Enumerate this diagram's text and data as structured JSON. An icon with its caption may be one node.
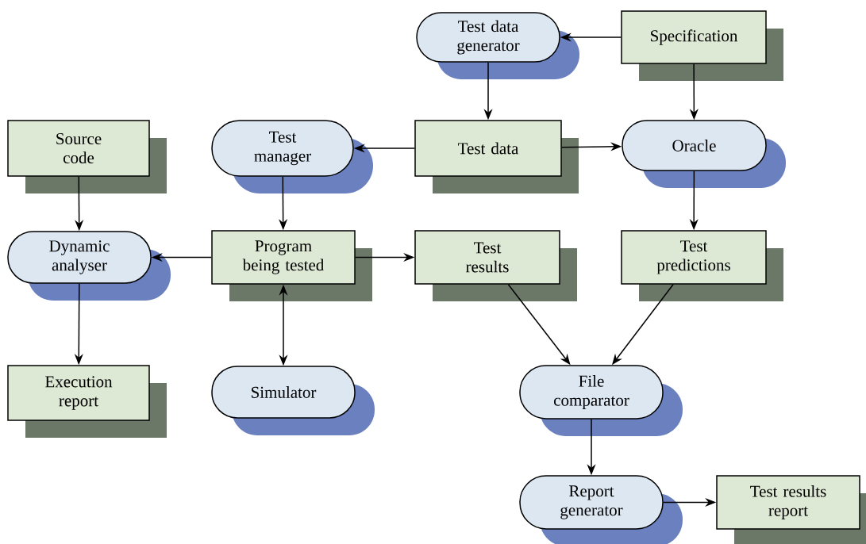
{
  "diagram": {
    "nodes": [
      {
        "text": [
          "Test data generator"
        ]
      },
      {
        "text": [
          "Specification"
        ]
      },
      {
        "text": [
          "Source code"
        ]
      },
      {
        "text": [
          "Test manager"
        ]
      },
      {
        "text": [
          "Test data"
        ]
      },
      {
        "text": [
          "Oracle"
        ]
      },
      {
        "text": [
          "Dynamic analyser"
        ]
      },
      {
        "text": [
          "Program being tested"
        ]
      },
      {
        "text": [
          "Test results"
        ]
      },
      {
        "text": [
          "Test predictions"
        ]
      },
      {
        "text": [
          "Execution report"
        ]
      },
      {
        "text": [
          "Simulator"
        ]
      },
      {
        "text": [
          "File comparator"
        ]
      },
      {
        "text": [
          "Report generator"
        ]
      },
      {
        "text": [
          "Test results report"
        ]
      }
    ],
    "edges": [
      {
        "from": 1,
        "to": 0,
        "arrow": "to"
      },
      {
        "from": 0,
        "to": 4,
        "arrow": "to"
      },
      {
        "from": 1,
        "to": 5,
        "arrow": "to"
      },
      {
        "from": 4,
        "to": 3,
        "arrow": "to"
      },
      {
        "from": 4,
        "to": 5,
        "arrow": "to"
      },
      {
        "from": 2,
        "to": 6,
        "arrow": "to"
      },
      {
        "from": 3,
        "to": 7,
        "arrow": "to"
      },
      {
        "from": 7,
        "to": 6,
        "arrow": "to"
      },
      {
        "from": 7,
        "to": 8,
        "arrow": "to"
      },
      {
        "from": 5,
        "to": 9,
        "arrow": "to"
      },
      {
        "from": 7,
        "to": 11,
        "arrow": "both"
      },
      {
        "from": 6,
        "to": 10,
        "arrow": "to"
      },
      {
        "from": 8,
        "to": 12,
        "arrow": "to"
      },
      {
        "from": 9,
        "to": 12,
        "arrow": "to"
      },
      {
        "from": 12,
        "to": 13,
        "arrow": "to"
      },
      {
        "from": 13,
        "to": 14,
        "arrow": "to"
      }
    ]
  }
}
